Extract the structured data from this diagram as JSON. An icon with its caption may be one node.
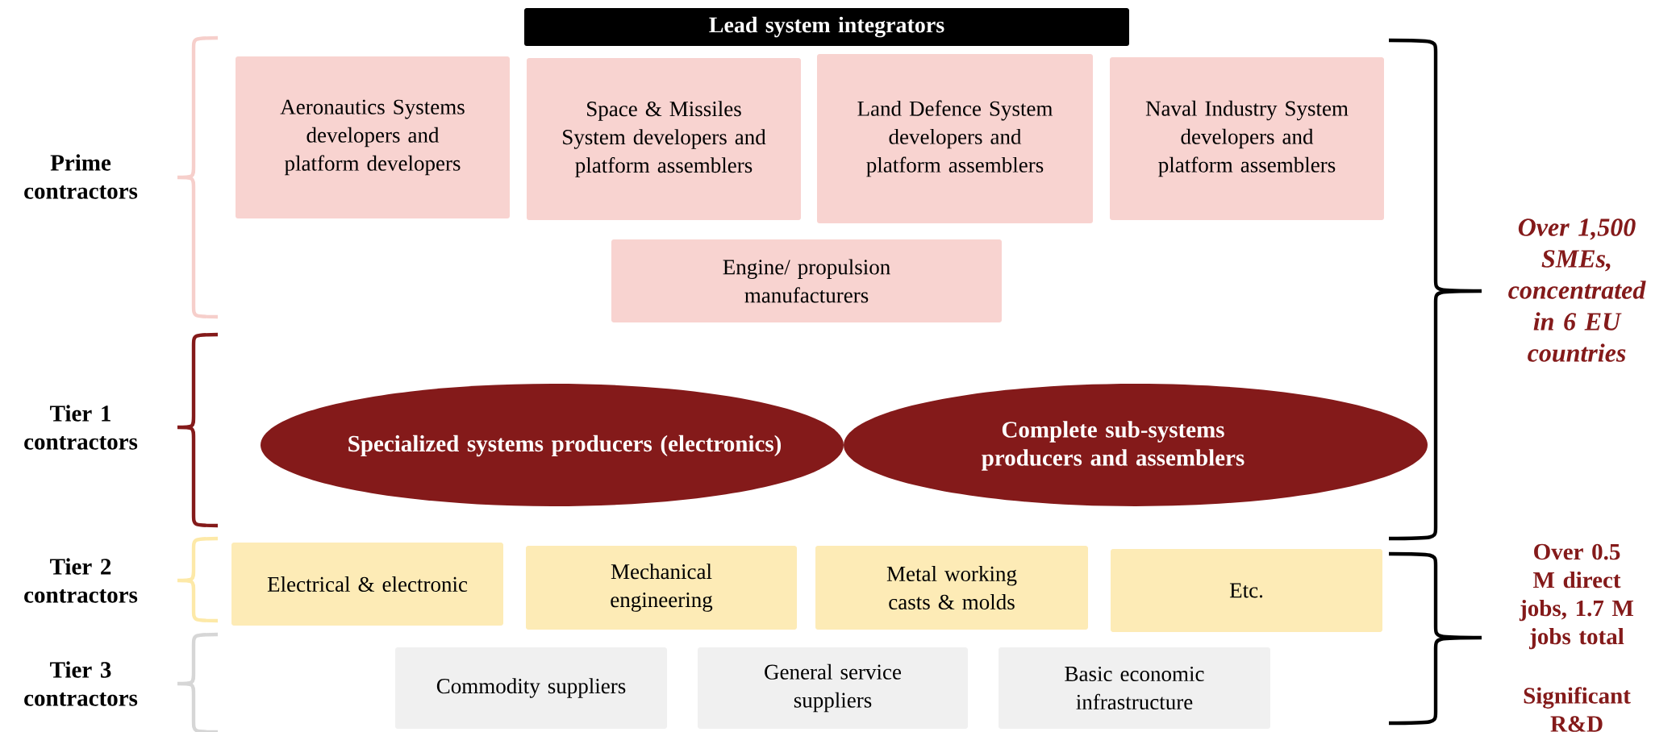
{
  "diagram": {
    "nodes": [
      {
        "text": [
          "Lead system integrators"
        ]
      },
      {
        "text": [
          "Aeronautics Systems developers and platform developers"
        ]
      },
      {
        "text": [
          "Space & Missiles System developers and platform assemblers"
        ]
      },
      {
        "text": [
          "Land Defence System developers and platform assemblers"
        ]
      },
      {
        "text": [
          "Naval Industry System developers and platform assemblers"
        ]
      },
      {
        "text": [
          "Engine/ propulsion manufacturers"
        ]
      },
      {
        "text": [
          "Specialized systems producers (electronics)"
        ]
      },
      {
        "text": [
          "Complete sub-systems producers and assemblers"
        ]
      },
      {
        "text": [
          "Electrical & electronic"
        ]
      },
      {
        "text": [
          "Mechanical engineering"
        ]
      },
      {
        "text": [
          "Metal working casts & molds"
        ]
      },
      {
        "text": [
          "Etc."
        ]
      },
      {
        "text": [
          "Commodity suppliers"
        ]
      },
      {
        "text": [
          "General service suppliers"
        ]
      },
      {
        "text": [
          "Basic economic infrastructure"
        ]
      }
    ],
    "labels": [
      "Prime contractors",
      "Over 1,500 SMEs, concentrated in 6 EU countries",
      "Tier 1 contractors",
      "Tier 2 contractors",
      "Over 0.5 M direct jobs, 1.7 M jobs total",
      "Tier 3 contractors",
      "Significant R&D"
    ]
  }
}
